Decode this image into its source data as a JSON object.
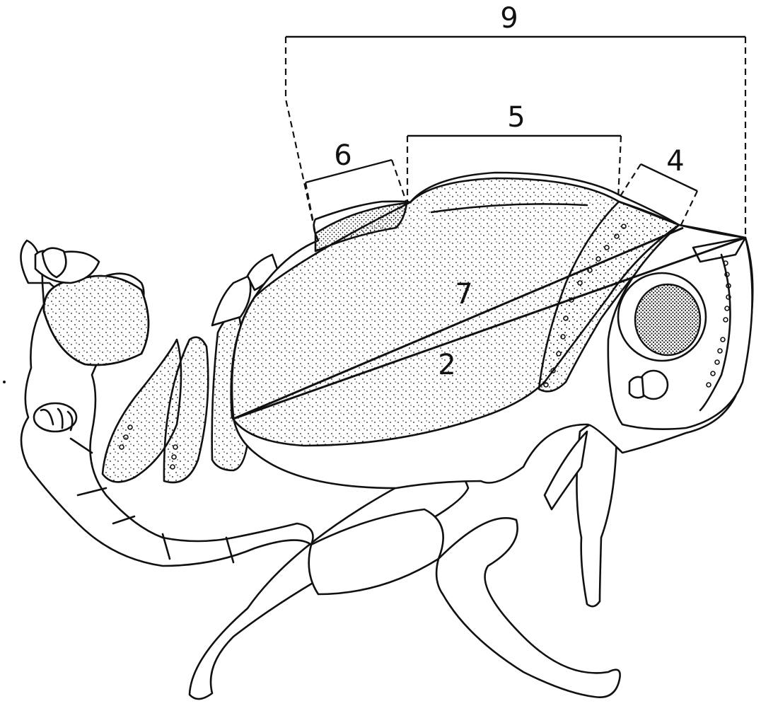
{
  "labels": {
    "nine": "9",
    "five": "5",
    "six": "6",
    "four": "4",
    "seven": "7",
    "two": "2"
  },
  "colors": {
    "ink": "#111111",
    "paper": "#ffffff"
  }
}
